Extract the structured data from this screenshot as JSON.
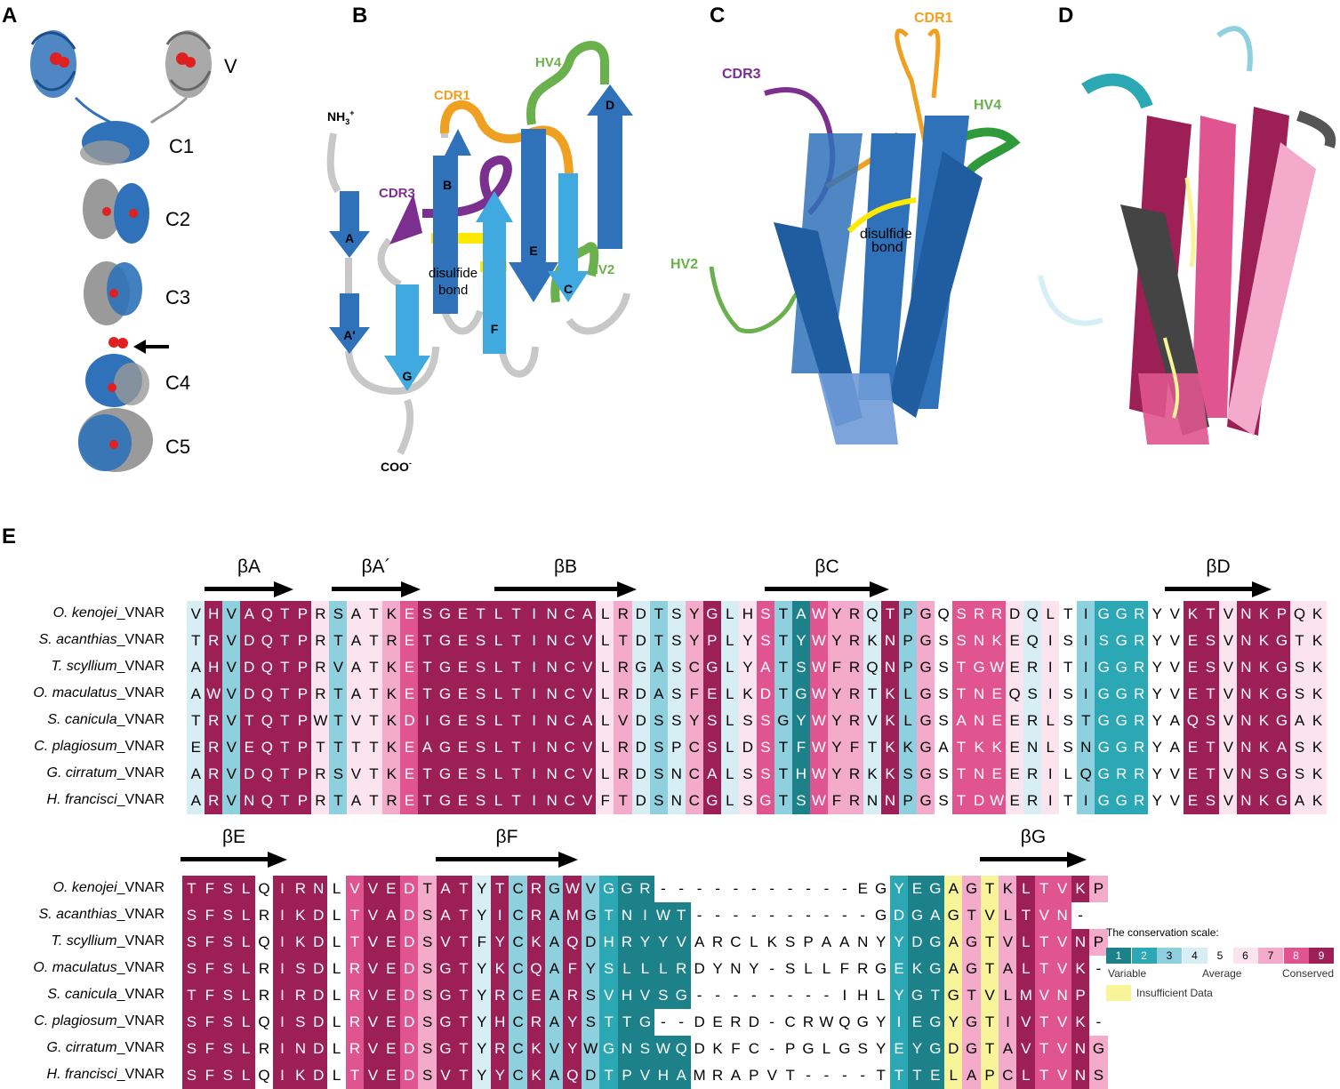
{
  "panels": {
    "a": {
      "letter": "A",
      "domains": [
        "V",
        "C1",
        "C2",
        "C3",
        "C4",
        "C5"
      ]
    },
    "b": {
      "letter": "B",
      "termini": {
        "n": "NH",
        "n_sub": "3",
        "n_sup": "+",
        "c": "COO",
        "c_sup": "-"
      },
      "strands": [
        "A",
        "A'",
        "B",
        "C",
        "D",
        "E",
        "F",
        "G"
      ],
      "loops": {
        "cdr1": "CDR1",
        "cdr3": "CDR3",
        "hv2": "HV2",
        "hv4": "HV4"
      },
      "disulfide": [
        "disulfide",
        "bond"
      ]
    },
    "c": {
      "letter": "C",
      "loops": {
        "cdr1": "CDR1",
        "cdr3": "CDR3",
        "hv2": "HV2",
        "hv4": "HV4"
      },
      "disulfide": [
        "disulfide",
        "bond"
      ]
    },
    "d": {
      "letter": "D"
    },
    "e": {
      "letter": "E"
    }
  },
  "colors": {
    "blue_dark": "#2f72b9",
    "blue_light": "#3fa9e0",
    "gray": "#a9a9a9",
    "cdr1": "#f0a020",
    "cdr3": "#7b2f8e",
    "hv": "#6ab04c",
    "disulfide": "#ffe900",
    "scale": [
      "#1d8189",
      "#2ba8b3",
      "#8fd0de",
      "#d6eef4",
      "#ffffff",
      "#fbe4ee",
      "#f4aacb",
      "#e0558f",
      "#9c1f56"
    ],
    "insufficient": "#f7f49a"
  },
  "alignment": {
    "species": [
      {
        "genus": "O. kenojei",
        "suffix": "_VNAR"
      },
      {
        "genus": "S. acanthias",
        "suffix": "_VNAR"
      },
      {
        "genus": "T. scyllium",
        "suffix": "_VNAR"
      },
      {
        "genus": "O. maculatus",
        "suffix": "_VNAR"
      },
      {
        "genus": "S. canicula",
        "suffix": "_VNAR"
      },
      {
        "genus": "C. plagiosum",
        "suffix": "_VNAR"
      },
      {
        "genus": "G. cirratum",
        "suffix": "_VNAR"
      },
      {
        "genus": "H. francisci",
        "suffix": "_VNAR"
      }
    ],
    "block1": {
      "strands": [
        {
          "label": "βA"
        },
        {
          "label": "βA´"
        },
        {
          "label": "βB"
        },
        {
          "label": "βC"
        },
        {
          "label": "βD"
        }
      ],
      "seqs": [
        "VHVAQTPRSATKESGETLTINCALRDTSYGLHSTAWYRQTPGQSRRDQLTIGGRYVKTVNKPQK",
        "TRVDQTPRTATRETGESLTINCVLTDTSYPLYSTYWYRKNPGSSNKEQISISGRYVESVNKGTK",
        "AHVDQTPRVATKETGESLTINCVLRGASCGLYATSWFRQNPGSTGWERITIGGRYVESVNKGSK",
        "AWVDQTPRTATKETGESLTINCVLRDASFELKDTGWYRTKLGSTNEQSISIGGRYVETVNKGSK",
        "TRVTQTPWTVTKDIGESLTINCALVDSSYSLSSGYWYRVKLGSANEERLSTGGRYAQSVNKGAK",
        "ERVEQTPTTTTKEAGESLTINCVLRDSPCSLDSTFWYFTKKGATKKENLSNGGRYAETVNKASK",
        "ARVDQTPRSVTKETGESLTINCVLRDSNCALSSTHWYRKKSGSTNEERILQGRRYVETVNSGSK",
        "ARVNQTPRTATRETGESLTINCVFTDSNCGLSGTSWFRNNPGSTDWERITIGGRYVESVNKGAK"
      ],
      "scores": "4939999636678999999999967434794683187749375888646532225599699966989"
    },
    "block2": {
      "strands": [
        {
          "label": "βE"
        },
        {
          "label": "βF"
        },
        {
          "label": "βG"
        }
      ],
      "seqs": [
        "TFSLQIRNLVVEDTATYTCRGWVGGR-----------EGYEGAGTKLTVKP",
        "SFSLRIKDLTVADSATYICRAMGTNIWT----------GDGAGTVLTVN-",
        "SFSLQIKDLTVEDSVTFYCKAQDHRYYVARCLKSPAANYYDGAGTVLTVNP",
        "SFSLRISDLRVEDSGTYKCQAFYSLLLRDYNY-SLLFRGEKGAGTALTVK-",
        "TFSLRIRDLRVEDSGTYRCEARSVHVSG--------IHLYGTGTVLMVNP",
        "SFSLQISDLRVEDSGTYHCRAYSTTG--DERD-CRWQGYIEGYGTIVTVK-",
        "SFSLRINDLRVEDSGTYRCKVYWGNSWQDKFC-PGLGSYEYGDGTAVTVNG",
        "SFSLQIKDLTVEDSVTYYCKAQDTPVHAMRAPVT----TTTELAPCLTVNS"
      ],
      "scores": "9999599958998799493939321111-----------211I7I7988974I"
    },
    "legend": {
      "title": "The conservation scale:",
      "values": [
        "1",
        "2",
        "3",
        "4",
        "5",
        "6",
        "7",
        "8",
        "9"
      ],
      "variable": "Variable",
      "average": "Average",
      "conserved": "Conserved",
      "insufficient": "Insufficient Data"
    }
  }
}
